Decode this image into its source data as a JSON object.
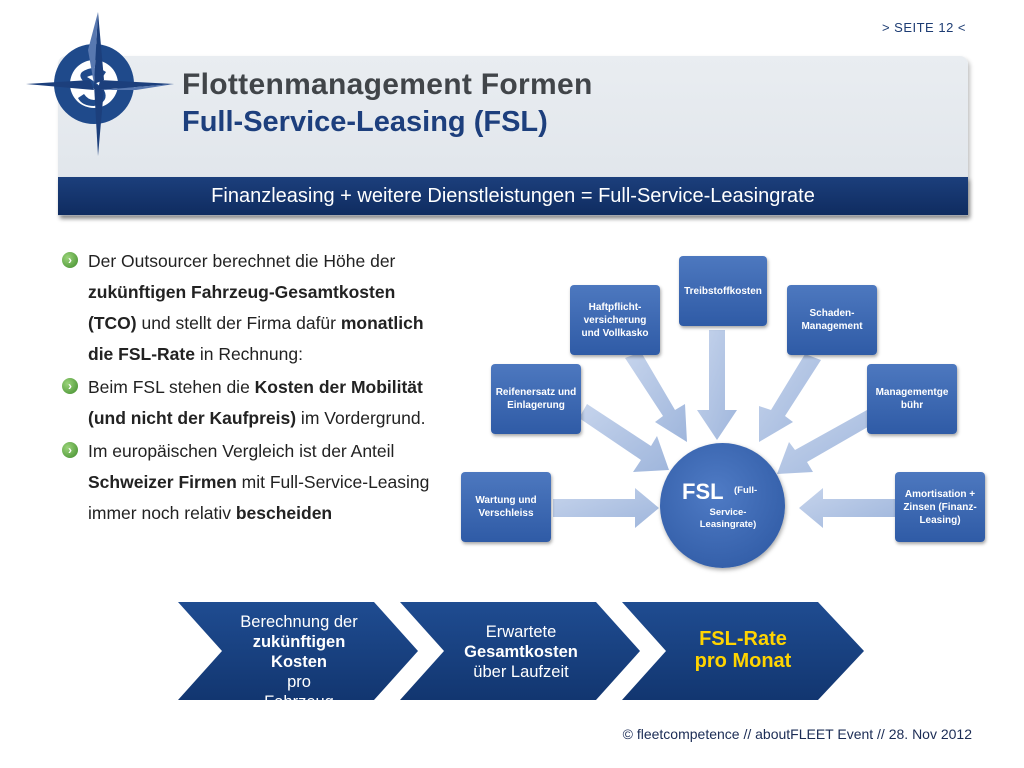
{
  "page": {
    "label": "> SEITE 12 <"
  },
  "header": {
    "title_line1": "Flottenmanagement Formen",
    "title_line2": "Full-Service-Leasing (FSL)",
    "banner": "Finanzleasing + weitere Dienstleistungen = Full-Service-Leasingrate"
  },
  "bullets": [
    {
      "parts": [
        {
          "t": "Der Outsourcer berechnet die Höhe der ",
          "b": false
        },
        {
          "t": "zukünftigen Fahrzeug-Gesamtkosten (TCO)",
          "b": true
        },
        {
          "t": " und stellt der Firma dafür ",
          "b": false
        },
        {
          "t": "monatlich die FSL-Rate",
          "b": true
        },
        {
          "t": " in Rechnung:",
          "b": false
        }
      ]
    },
    {
      "parts": [
        {
          "t": "Beim FSL stehen die ",
          "b": false
        },
        {
          "t": "Kosten der Mobilität (und nicht der Kaufpreis)",
          "b": true
        },
        {
          "t": " im Vordergrund.",
          "b": false
        }
      ]
    },
    {
      "parts": [
        {
          "t": "Im europäischen Vergleich ist der Anteil ",
          "b": false
        },
        {
          "t": "Schweizer Firmen",
          "b": true
        },
        {
          "t": " mit Full-Service-Leasing immer noch relativ ",
          "b": false
        },
        {
          "t": "bescheiden",
          "b": true
        }
      ]
    }
  ],
  "diagram": {
    "center": {
      "main": "FSL",
      "paren": "(Full-",
      "sub": "Service-Leasingrate)"
    },
    "boxes": {
      "treibstoff": "Treibstoffkosten",
      "haftpflicht": "Haftpflicht-versicherung und Vollkasko",
      "schaden": "Schaden-Management",
      "reifen": "Reifenersatz und Einlagerung",
      "management": "Managementge bühr",
      "wartung": "Wartung und Verschleiss",
      "amortisation": "Amortisation + Zinsen (Finanz-Leasing)"
    }
  },
  "process": {
    "step1": {
      "line1": "Berechnung der",
      "bold": "zukünftigen Kosten",
      "line3": " pro",
      "line4": "Fahrzeug"
    },
    "step2": {
      "line1": "Erwartete",
      "bold": "Gesamtkosten",
      "line3": "über Laufzeit"
    },
    "step3": {
      "line1": "FSL-Rate",
      "line2": "pro Monat"
    }
  },
  "footer": {
    "text": "© fleetcompetence //   aboutFLEET Event // 28. Nov 2012"
  },
  "colors": {
    "navy": "#1d3f7d",
    "accent": "#ffd400",
    "box": "#3a66b0",
    "arrow": "#b3c5e3"
  }
}
